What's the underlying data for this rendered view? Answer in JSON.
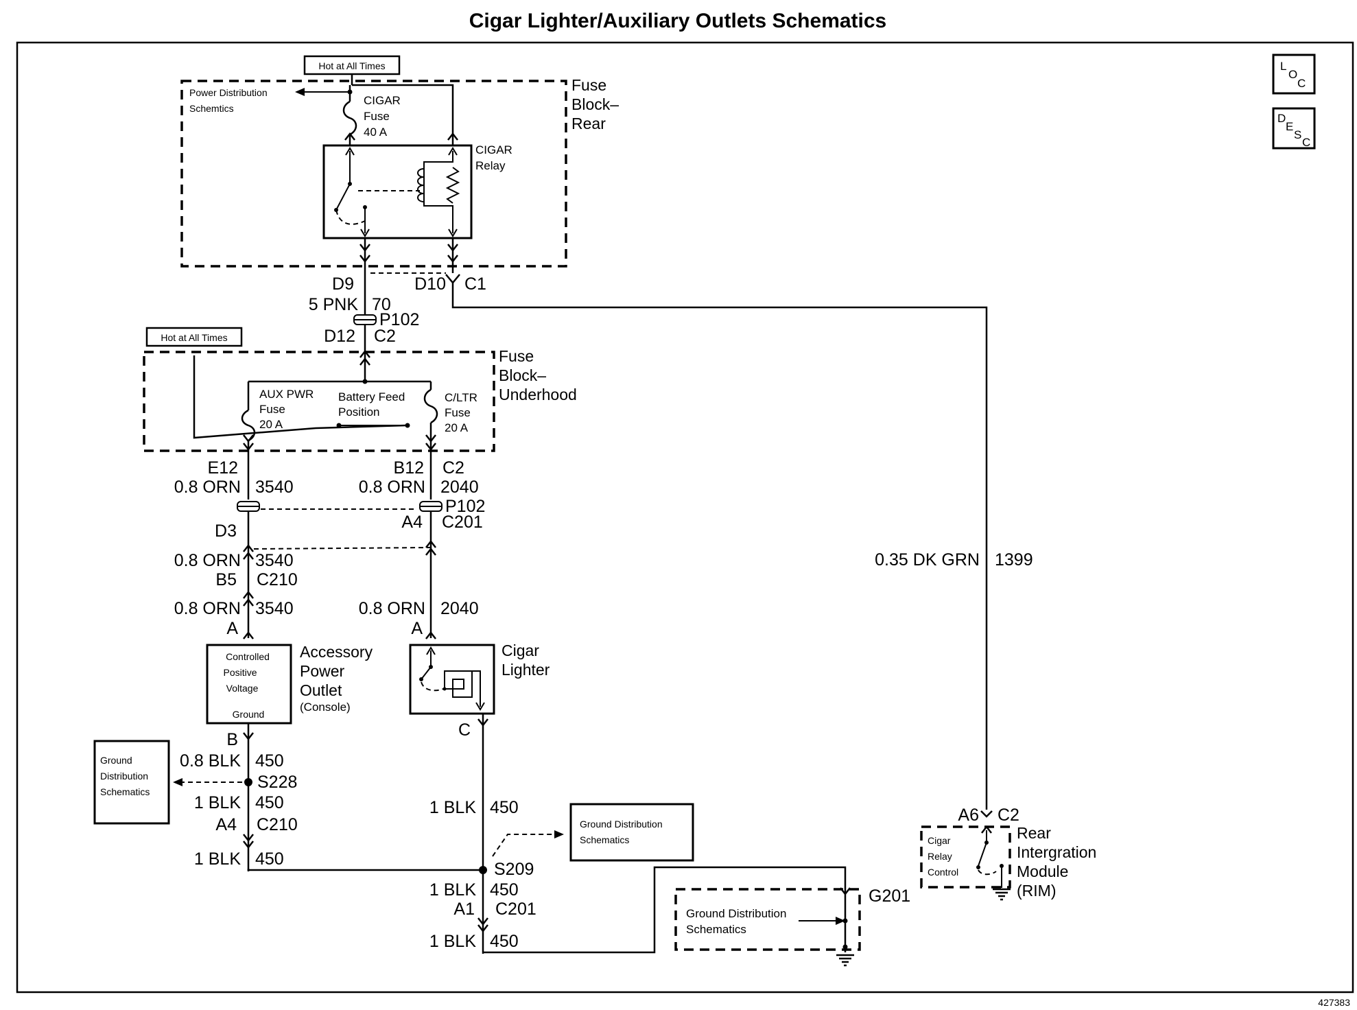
{
  "title": "Cigar Lighter/Auxiliary Outlets Schematics",
  "figure_number": "427383",
  "side_icons": {
    "loc": "LOC",
    "desc": "DESC",
    "loc_icon": "loc-icon",
    "desc_icon": "desc-icon"
  },
  "hot_labels": {
    "rear": "Hot at All Times",
    "underhood": "Hot at All Times"
  },
  "fuse_block_rear": {
    "label": [
      "Fuse",
      "Block–",
      "Rear"
    ],
    "power_dist": [
      "Power Distribution",
      "Schemtics"
    ],
    "cigar_fuse": [
      "CIGAR",
      "Fuse",
      "40 A"
    ],
    "cigar_relay": [
      "CIGAR",
      "Relay"
    ]
  },
  "rear_pins": {
    "d9": "D9",
    "d10": "D10",
    "c1": "C1"
  },
  "wire_pnk": {
    "gauge": "5 PNK",
    "circuit": "70"
  },
  "p102_upper": {
    "name": "P102",
    "d12": "D12",
    "c2": "C2"
  },
  "fuse_block_underhood": {
    "label": [
      "Fuse",
      "Block–",
      "Underhood"
    ],
    "aux_fuse": [
      "AUX PWR",
      "Fuse",
      "20 A"
    ],
    "battery_feed": [
      "Battery Feed",
      "Position"
    ],
    "cltr_fuse": [
      "C/LTR",
      "Fuse",
      "20 A"
    ]
  },
  "underhood_pins": {
    "e12": "E12",
    "b12": "B12",
    "c2": "C2"
  },
  "left_branch": {
    "wire1": {
      "gauge": "0.8 ORN",
      "circuit": "3540"
    },
    "d3": "D3",
    "wire2": {
      "gauge": "0.8 ORN",
      "circuit": "3540"
    },
    "b5": "B5",
    "c210": "C210",
    "wire3": {
      "gauge": "0.8 ORN",
      "circuit": "3540"
    },
    "pin_a": "A"
  },
  "right_branch": {
    "wire1": {
      "gauge": "0.8 ORN",
      "circuit": "2040"
    },
    "p102": "P102",
    "a4": "A4",
    "c201": "C201",
    "wire2": {
      "gauge": "0.8 ORN",
      "circuit": "2040"
    },
    "pin_a": "A"
  },
  "accessory_outlet": {
    "inner": [
      "Controlled",
      "Positive",
      "Voltage"
    ],
    "ground": "Ground",
    "label": [
      "Accessory",
      "Power",
      "Outlet"
    ],
    "sub": "(Console)"
  },
  "cigar_lighter": {
    "label": [
      "Cigar",
      "Lighter"
    ]
  },
  "ground_left": {
    "pin_b": "B",
    "wire1": {
      "gauge": "0.8 BLK",
      "circuit": "450"
    },
    "splice": "S228",
    "gd_box": [
      "Ground",
      "Distribution",
      "Schematics"
    ],
    "wire2": {
      "gauge": "1 BLK",
      "circuit": "450"
    },
    "a4": "A4",
    "c210": "C210",
    "wire3": {
      "gauge": "1 BLK",
      "circuit": "450"
    }
  },
  "ground_center": {
    "pin_c": "C",
    "wire1": {
      "gauge": "1 BLK",
      "circuit": "450"
    },
    "gd_box": [
      "Ground Distribution",
      "Schematics"
    ],
    "splice": "S209",
    "wire2": {
      "gauge": "1 BLK",
      "circuit": "450"
    },
    "a1": "A1",
    "c201": "C201",
    "wire3": {
      "gauge": "1 BLK",
      "circuit": "450"
    }
  },
  "g201": {
    "name": "G201",
    "gd_box": [
      "Ground Distribution",
      "Schematics"
    ]
  },
  "rim_wire": {
    "gauge": "0.35 DK GRN",
    "circuit": "1399"
  },
  "rim": {
    "a6": "A6",
    "c2": "C2",
    "control": [
      "Cigar",
      "Relay",
      "Control"
    ],
    "label": [
      "Rear",
      "Intergration",
      "Module",
      "(RIM)"
    ]
  }
}
